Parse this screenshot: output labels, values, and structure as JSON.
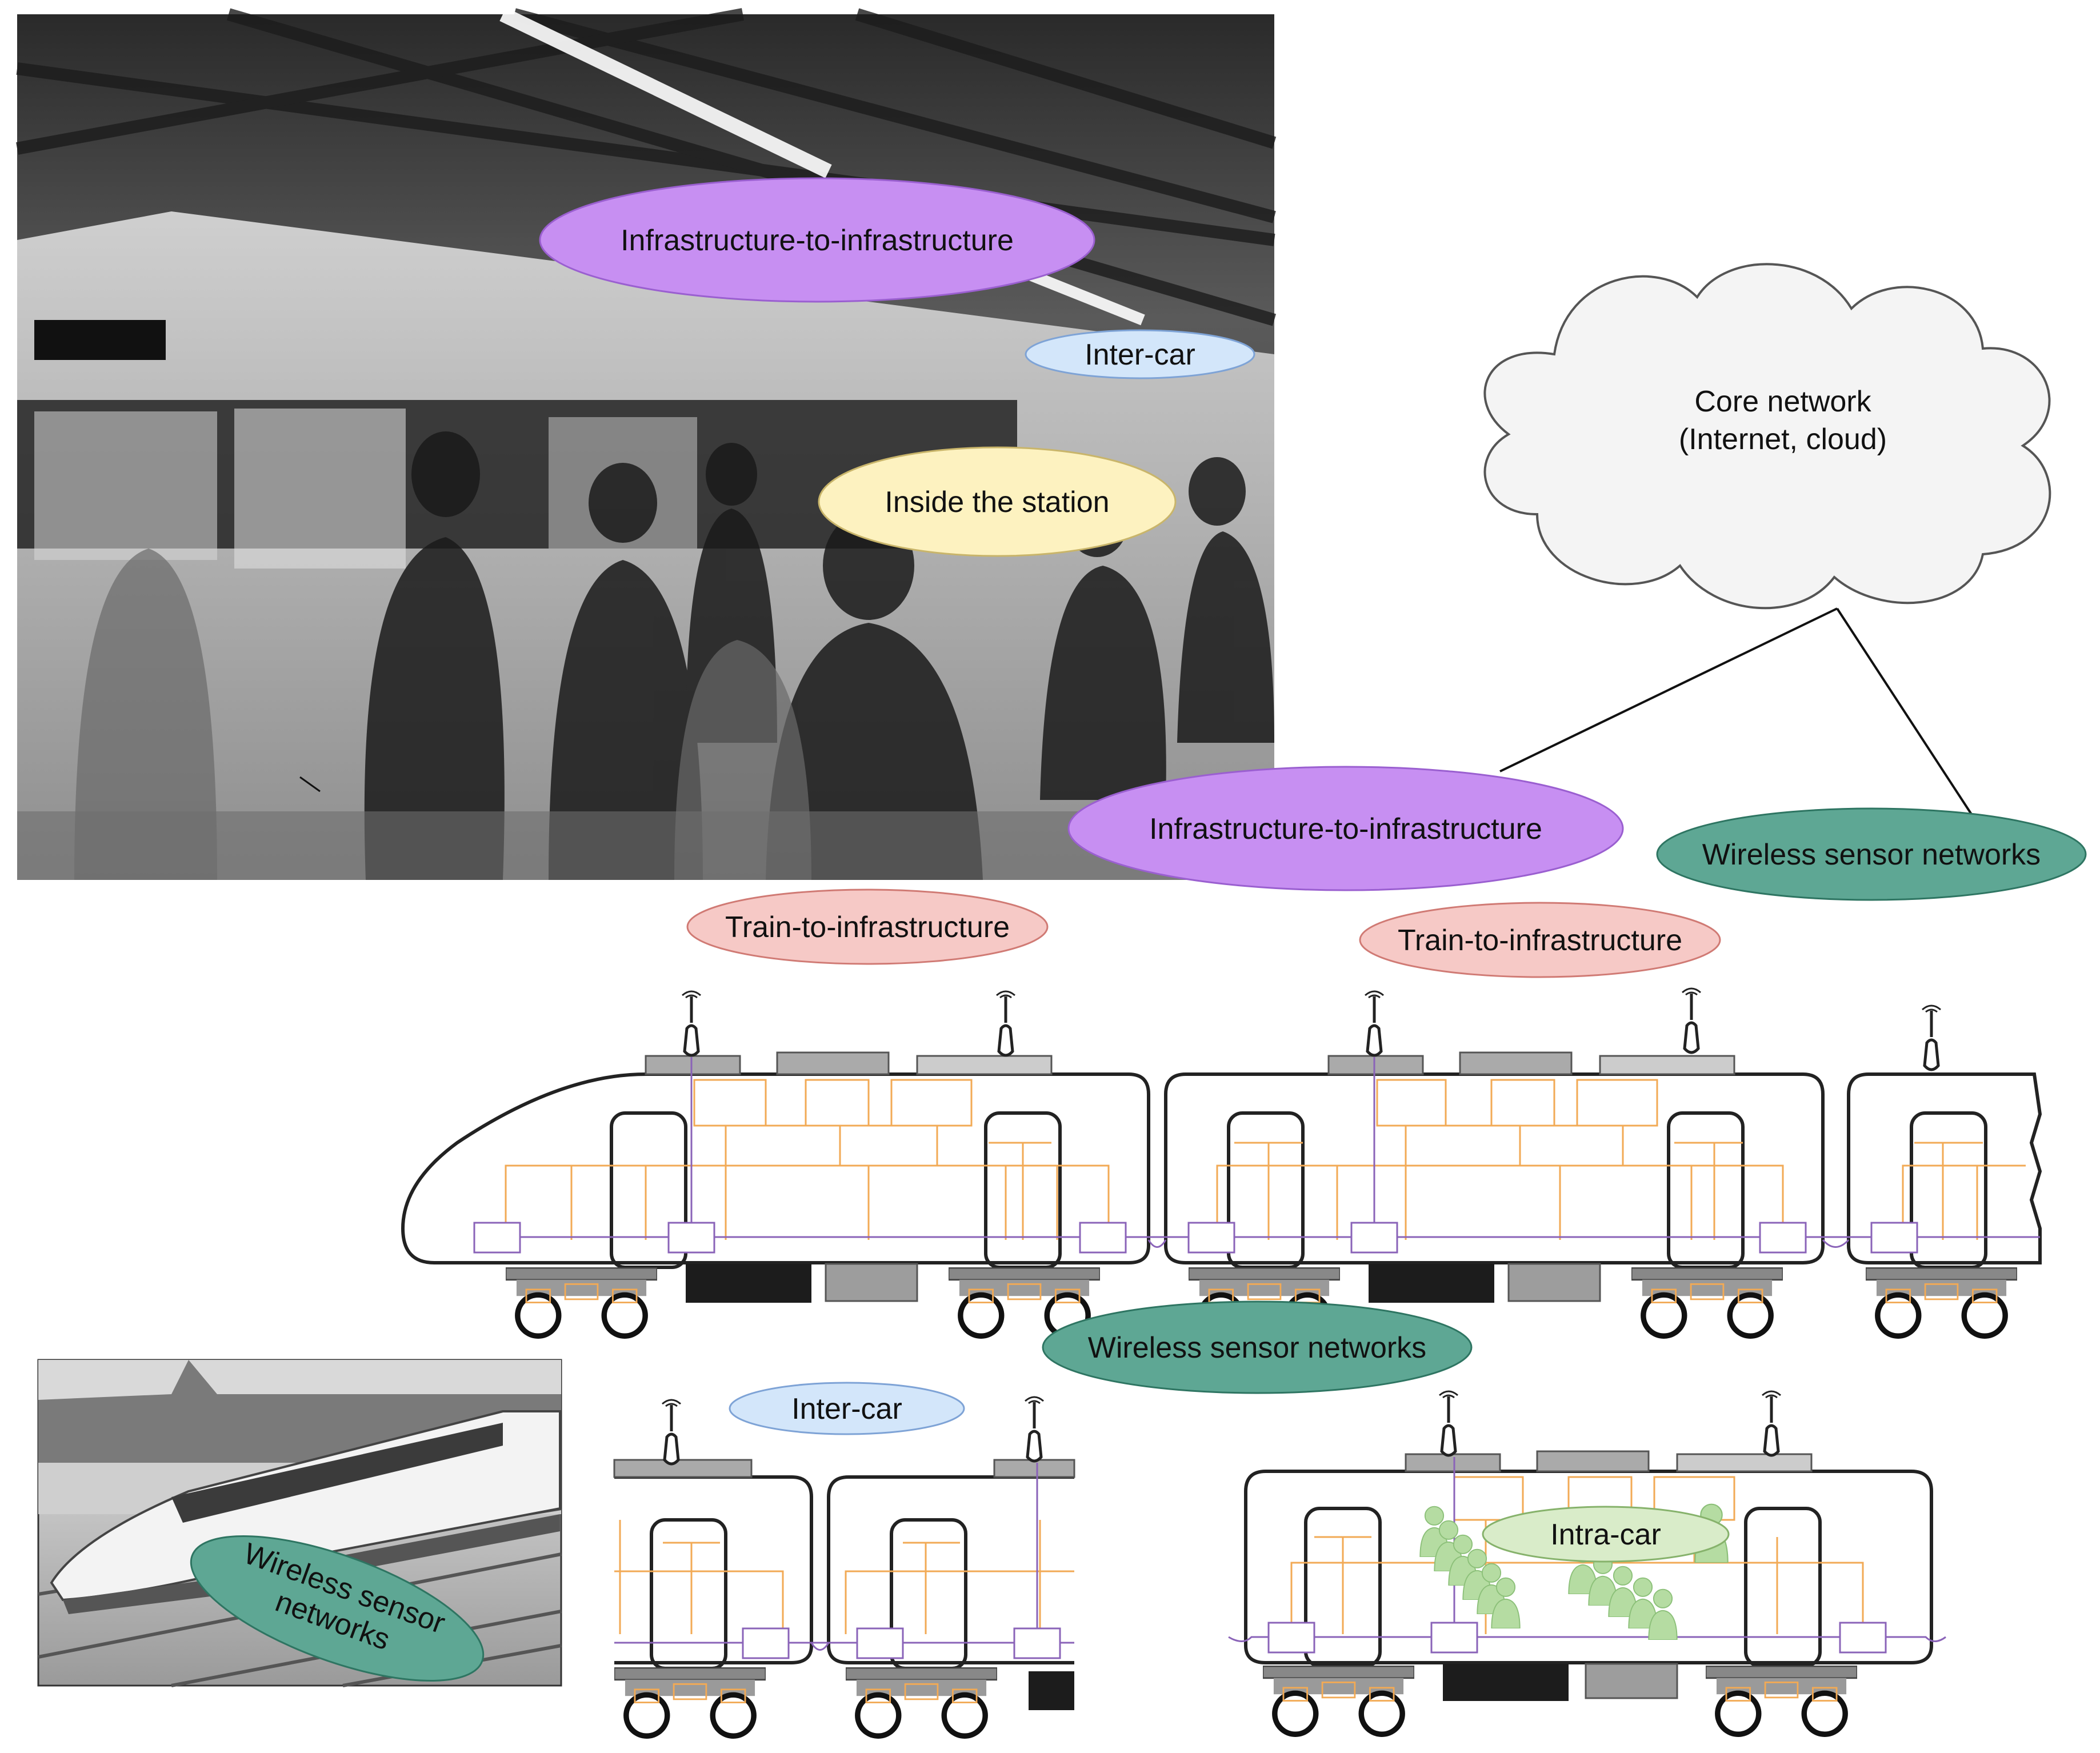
{
  "labels": {
    "i2i_top": "Infrastructure-to-infrastructure",
    "intercar_top": "Inter-car",
    "inside_station": "Inside the station",
    "core_line1": "Core network",
    "core_line2": "(Internet, cloud)",
    "i2i_mid": "Infrastructure-to-infrastructure",
    "wsn_right": "Wireless sensor networks",
    "t2i_left": "Train-to-infrastructure",
    "t2i_right": "Train-to-infrastructure",
    "wsn_center": "Wireless sensor networks",
    "intercar_bottom": "Inter-car",
    "intracar": "Intra-car",
    "wsn_photo_line1": "Wireless sensor",
    "wsn_photo_line2": "networks"
  },
  "colors": {
    "purple": "#c78ff2",
    "purple_stroke": "#9a5fd0",
    "blue": "#d3e6fa",
    "blue_stroke": "#7ea3d6",
    "yellow": "#fdf2c0",
    "yellow_stroke": "#c9b56a",
    "red": "#f6c9c6",
    "red_stroke": "#d07a74",
    "green": "#5ea794",
    "green_stroke": "#2e7562",
    "light_green": "#d9ecc9",
    "light_green_stroke": "#86b26b",
    "cloud": "#f4f4f4",
    "orange_wire": "#f2aa55",
    "violet_wire": "#8a63b8",
    "passenger": "#b5dca2"
  },
  "icons": {
    "antenna": "antenna-icon",
    "cloud": "cloud-icon",
    "passenger": "passenger-icon"
  }
}
